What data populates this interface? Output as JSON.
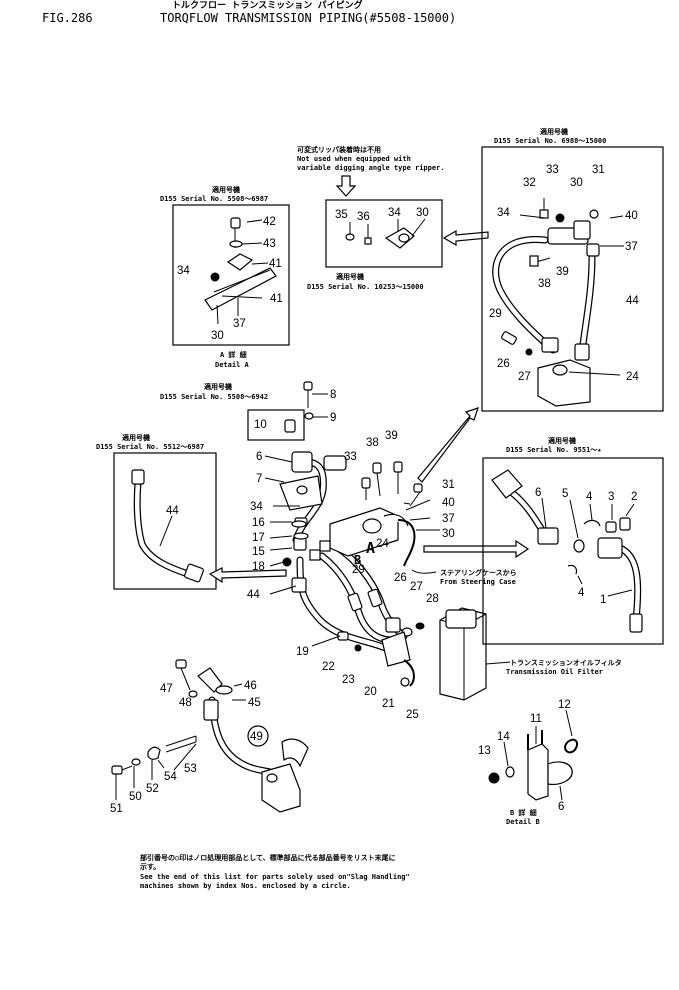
{
  "header": {
    "fig": "FIG.286",
    "title_jp": "トルクフロー トランスミッション パイピング",
    "title": "TORQFLOW TRANSMISSION PIPING(#5508-15000)"
  },
  "boxes": {
    "detail_a": {
      "serial_jp": "適用号機",
      "serial": "D155 Serial No. 5508～6987",
      "label_jp": "A 詳 細",
      "label": "Detail A"
    },
    "top_right": {
      "serial_jp": "適用号機",
      "serial": "D155 Serial No. 6988～15000"
    },
    "middle": {
      "note_jp": "可変式リッパ装着時は不用",
      "note_en_1": "Not used when equipped with",
      "note_en_2": "variable digging angle type ripper.",
      "serial_jp": "適用号機",
      "serial": "D155 Serial No. 10253～15000"
    },
    "left_44": {
      "serial_jp": "適用号機",
      "serial": "D155 Serial No. 5512～6987"
    },
    "right_parts": {
      "serial_jp": "適用号機",
      "serial": "D155 Serial No. 9551～★"
    },
    "center": {
      "serial_jp": "適用号機",
      "serial": "D155 Serial No. 5508～6942"
    }
  },
  "labels": {
    "steering_jp": "ステアリングケースから",
    "steering": "From Steering Case",
    "filter_jp": "トランスミッションオイルフィルタ",
    "filter": "Transmission Oil Filter",
    "detail_b_jp": "B 詳 細",
    "detail_b": "Detail B",
    "letter_a": "A",
    "letter_b": "B"
  },
  "footer": {
    "jp_1": "部引番号の○印はノロ処理用部品として、標準部品に代る部品番号をリスト末尾に",
    "jp_2": "示す。",
    "en_1": "See the end of this list for parts solely used on\"Slag Handling\"",
    "en_2": "machines shown by index Nos. enclosed by a circle."
  },
  "numbers": {
    "detail_a": [
      "42",
      "43",
      "41",
      "34",
      "41",
      "30",
      "37"
    ],
    "middle": [
      "35",
      "36",
      "34",
      "30"
    ],
    "top_right": [
      "33",
      "31",
      "32",
      "30",
      "34",
      "40",
      "37",
      "39",
      "38",
      "29",
      "44",
      "26",
      "27",
      "24"
    ],
    "center": [
      "8",
      "9",
      "10",
      "6",
      "7",
      "38",
      "39",
      "33",
      "31",
      "40",
      "37",
      "30",
      "34",
      "16",
      "17",
      "15",
      "18",
      "24",
      "29",
      "26",
      "27",
      "28",
      "44",
      "19",
      "22",
      "23",
      "20",
      "21",
      "25"
    ],
    "left": [
      "44"
    ],
    "right_parts": [
      "6",
      "5",
      "4",
      "3",
      "2",
      "4",
      "1"
    ],
    "lower_left": [
      "47",
      "46",
      "48",
      "45",
      "49",
      "53",
      "54",
      "52",
      "50",
      "51"
    ],
    "detail_b": [
      "11",
      "12",
      "14",
      "13",
      "6"
    ]
  }
}
